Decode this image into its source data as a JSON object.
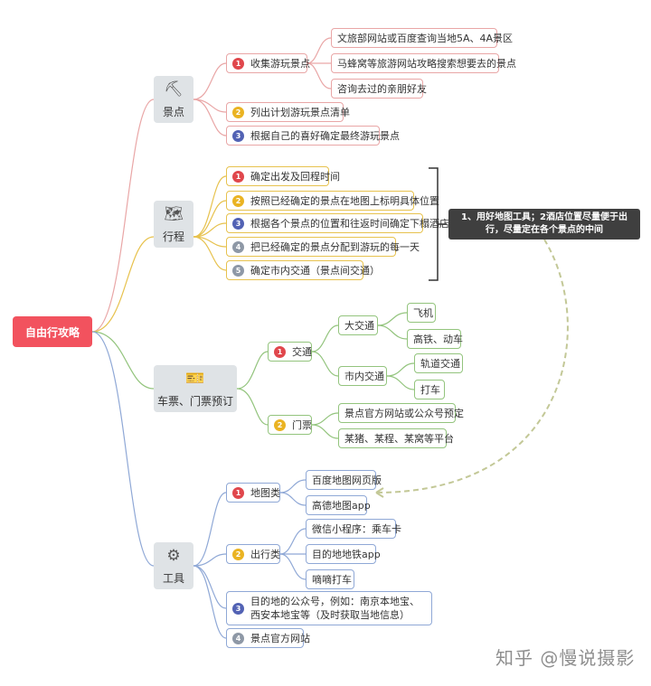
{
  "root": "自由行攻略",
  "colors": {
    "root": "#f2525e",
    "red": "#e0474c",
    "yellow": "#eab322",
    "green": "#6aa84f",
    "blue": "#5262b4"
  },
  "branches": [
    {
      "label": "景点",
      "icon": "crane-icon",
      "items": [
        {
          "num": "1",
          "text": "收集游玩景点",
          "children": [
            "文旅部网站或百度查询当地5A、4A景区",
            "马蜂窝等旅游网站攻略搜索想要去的景点",
            "咨询去过的亲朋好友"
          ]
        },
        {
          "num": "2",
          "text": "列出计划游玩景点清单"
        },
        {
          "num": "3",
          "text": "根据自己的喜好确定最终游玩景点"
        }
      ]
    },
    {
      "label": "行程",
      "icon": "map-icon",
      "items": [
        {
          "num": "1",
          "text": "确定出发及回程时间"
        },
        {
          "num": "2",
          "text": "按照已经确定的景点在地图上标明具体位置"
        },
        {
          "num": "3",
          "text": "根据各个景点的位置和往返时间确定下榻酒店"
        },
        {
          "num": "4",
          "text": "把已经确定的景点分配到游玩的每一天"
        },
        {
          "num": "5",
          "text": "确定市内交通（景点间交通）"
        }
      ],
      "note": "1、用好地图工具；2酒店位置尽量便于出行，尽量定在各个景点的中间"
    },
    {
      "label": "车票、门票预订",
      "icon": "ticket-icon",
      "items": [
        {
          "num": "1",
          "text": "交通",
          "children": [
            {
              "text": "大交通",
              "children": [
                "飞机",
                "高铁、动车"
              ]
            },
            {
              "text": "市内交通",
              "children": [
                "轨道交通",
                "打车"
              ]
            }
          ]
        },
        {
          "num": "2",
          "text": "门票",
          "children": [
            "景点官方网站或公众号预定",
            "某猪、某程、某窝等平台"
          ]
        }
      ]
    },
    {
      "label": "工具",
      "icon": "gears-icon",
      "items": [
        {
          "num": "1",
          "text": "地图类",
          "children": [
            "百度地图网页版",
            "高德地图app"
          ]
        },
        {
          "num": "2",
          "text": "出行类",
          "children": [
            "微信小程序：乘车卡",
            "目的地地铁app",
            "嘀嘀打车"
          ]
        },
        {
          "num": "3",
          "text": "目的地的公众号，例如：南京本地宝、西安本地宝等（及时获取当地信息）"
        },
        {
          "num": "4",
          "text": "景点官方网站"
        }
      ]
    }
  ],
  "watermark": "知乎 @慢说摄影"
}
